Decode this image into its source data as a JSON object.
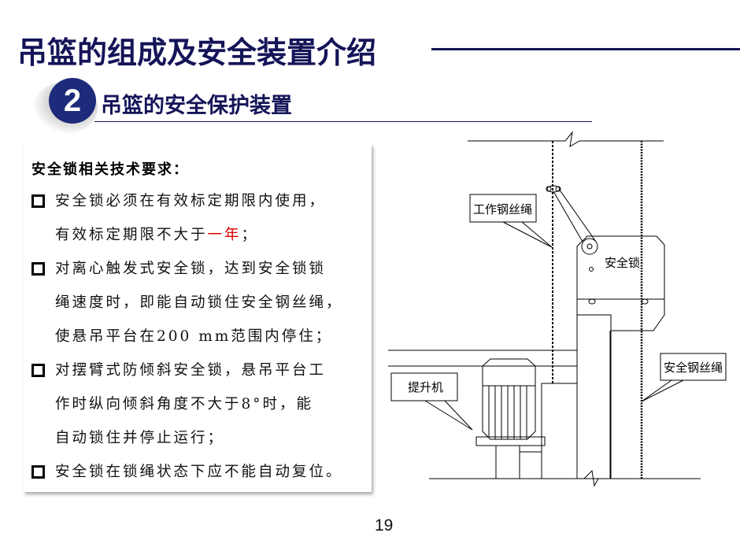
{
  "header": {
    "title": "吊篮的组成及安全装置介绍",
    "section_number": "2",
    "section_title": "吊篮的安全保护装置"
  },
  "card": {
    "heading": "安全锁相关技术要求：",
    "items": [
      {
        "lines": [
          "安全锁必须在有效标定期限内使用，"
        ],
        "line2_prefix": "有效标定期限不大于",
        "line2_highlight": "一年",
        "line2_suffix": "；"
      },
      {
        "lines": [
          "对离心触发式安全锁，达到安全锁锁",
          "绳速度时，即能自动锁住安全钢丝绳，",
          "使悬吊平台在200 mm范围内停住；"
        ]
      },
      {
        "lines": [
          "对摆臂式防倾斜安全锁，悬吊平台工",
          "作时纵向倾斜角度不大于8°时，能",
          "自动锁住并停止运行；"
        ]
      },
      {
        "lines": [
          "安全锁在锁绳状态下应不能自动复位。"
        ]
      }
    ],
    "highlight_color": "#e00000"
  },
  "diagram": {
    "labels": {
      "working_rope": "工作钢丝绳",
      "safety_lock": "安全锁",
      "safety_rope": "安全钢丝绳",
      "hoist": "提升机"
    }
  },
  "footer": {
    "page_number": "19"
  },
  "colors": {
    "title": "#141458",
    "badge": "#1e2a7a"
  }
}
